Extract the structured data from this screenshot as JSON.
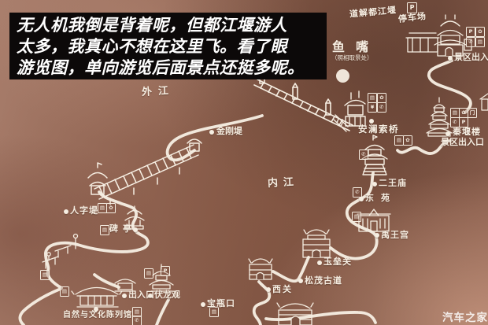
{
  "caption": {
    "line1": "无人机我倒是背着呢，但都江堰游人",
    "line2": "太多，我真心不想在这里飞。看了眼",
    "line3": "游览图，单向游览后面景点还挺多呢。"
  },
  "watermark": {
    "text": "汽车之家"
  },
  "colors": {
    "ink": "#f6eee2",
    "caption-bg": "#0c0909",
    "caption-fg": "#ffffff"
  },
  "map": {
    "labels": {
      "daojie_show": "道解都江堰",
      "parking_lot": "停车场",
      "yuzui": "鱼嘴",
      "yuzui_note": "（照相取景处）",
      "scenic_gate_right": "景区出入口",
      "waijiang_river": "外江",
      "jingang_dike": "金刚堤",
      "anlan_bridge": "安澜索桥",
      "qinyan_tower": "秦堰楼",
      "qinyan_tower_gate": "景区出入口",
      "erwang_temple": "二王庙",
      "dongyuan_garden": "东苑",
      "yuwang_palace": "禹王宫",
      "neijiang_river": "内江",
      "yulei_pass": "玉垒关",
      "songmao_trail": "松茂古道",
      "xiguan_pass": "西关",
      "baoping_mouth": "宝瓶口",
      "renzi_dike": "人字堤",
      "stele_pavilion": "碑亭",
      "exit_west": "出入口",
      "fulong_temple": "伏龙观",
      "museum": "自然与文化陈列馆"
    },
    "icons": {
      "parking": "P",
      "ticket": "▤",
      "flower": "✿",
      "phone": "✆",
      "money": "¥",
      "gate": "门"
    }
  }
}
